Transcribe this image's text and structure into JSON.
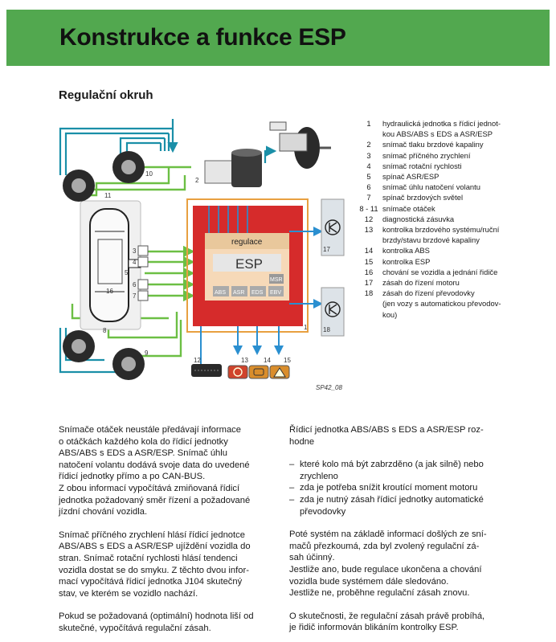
{
  "page": {
    "title": "Konstrukce a funkce ESP",
    "subtitle": "Regulační okruh",
    "caption": "SP42_08"
  },
  "diagram": {
    "ecu": {
      "regulace": "regulace",
      "esp": "ESP",
      "msr": "MSR",
      "modules": [
        "ABS",
        "ASR",
        "EDS",
        "EBV"
      ]
    },
    "callouts": {
      "n1": "1",
      "n2": "2",
      "n3": "3",
      "n4": "4",
      "n5": "5",
      "n6": "6",
      "n7": "7",
      "n8": "8",
      "n9": "9",
      "n10": "10",
      "n11": "11",
      "n12": "12",
      "n13": "13",
      "n14": "14",
      "n15": "15",
      "n16": "16",
      "n17": "17",
      "n18": "18"
    },
    "colors": {
      "hydraulic": "#1a8fa8",
      "signal": "#6cbf44",
      "ecu_outer": "#d62b2b",
      "ecu_inner": "#f6d9b8",
      "frame": "#e8a040",
      "output": "#2a8fd0"
    }
  },
  "legend": [
    {
      "num": "1",
      "text": "hydraulická jednotka s řídicí jednot-"
    },
    {
      "num": "",
      "text": "kou ABS/ABS s EDS a ASR/ESP"
    },
    {
      "num": "2",
      "text": "snímač tlaku brzdové kapaliny"
    },
    {
      "num": "3",
      "text": "snímač příčného zrychlení"
    },
    {
      "num": "4",
      "text": "snímač rotační rychlosti"
    },
    {
      "num": "5",
      "text": "spínač ASR/ESP"
    },
    {
      "num": "6",
      "text": "snímač úhlu natočení volantu"
    },
    {
      "num": "7",
      "text": "spínač brzdových světel"
    },
    {
      "num": "8 - 11",
      "text": "snímače otáček"
    },
    {
      "num": "12",
      "text": "diagnostická zásuvka"
    },
    {
      "num": "13",
      "text": "kontrolka brzdového systému/ruční"
    },
    {
      "num": "",
      "text": "brzdy/stavu brzdové kapaliny"
    },
    {
      "num": "14",
      "text": "kontrolka ABS"
    },
    {
      "num": "15",
      "text": "kontrolka ESP"
    },
    {
      "num": "16",
      "text": "chování se vozidla a jednání řidiče"
    },
    {
      "num": "17",
      "text": "zásah do řízení motoru"
    },
    {
      "num": "18",
      "text": "zásah do řízení převodovky"
    },
    {
      "num": "",
      "text": "(jen vozy s automatickou převodov-"
    },
    {
      "num": "",
      "text": "kou)"
    }
  ],
  "body_left": [
    "Snímače otáček neustále předávají informace\no otáčkách každého kola do řídicí jednotky\nABS/ABS s EDS a ASR/ESP. Snímač úhlu\nnatočení volantu dodává svoje data do uvedené\nřídicí jednotky přímo a po CAN-BUS.\nZ obou informací vypočítává zmiňovaná řídicí\njednotka požadovaný směr řízení a požadované\njízdní chování vozidla.",
    "Snímač příčného zrychlení hlásí řídicí jednotce\nABS/ABS s EDS a ASR/ESP ujíždění vozidla do\nstran. Snímač rotační rychlosti hlásí tendenci\nvozidla dostat se do smyku. Z těchto dvou infor-\nmací vypočítává řídicí jednotka J104 skutečný\nstav, ve kterém se vozidlo nachází.",
    "Pokud se požadovaná (optimální) hodnota liší od\nskutečné, vypočítává regulační zásah."
  ],
  "body_right": {
    "intro": "Řídicí jednotka ABS/ABS s EDS a ASR/ESP roz-\nhodne",
    "dashes": [
      "které kolo má být zabrzděno (a jak silně) nebo\nzrychleno",
      "zda je potřeba snížit kroutící moment motoru",
      "zda je nutný zásah řídicí jednotky automatické\npřevodovky"
    ],
    "p2": "Poté systém na základě informací došlých ze sní-\nmačů přezkoumá, zda byl zvolený regulační zá-\nsah účinný.\nJestliže ano, bude regulace ukončena a chování\nvozidla bude systémem dále sledováno.\nJestliže ne, proběhne regulační zásah znovu.",
    "p3": "O skutečnosti, že regulační zásah právě probíhá,\nje řidič informován blikáním kontrolky ESP."
  }
}
